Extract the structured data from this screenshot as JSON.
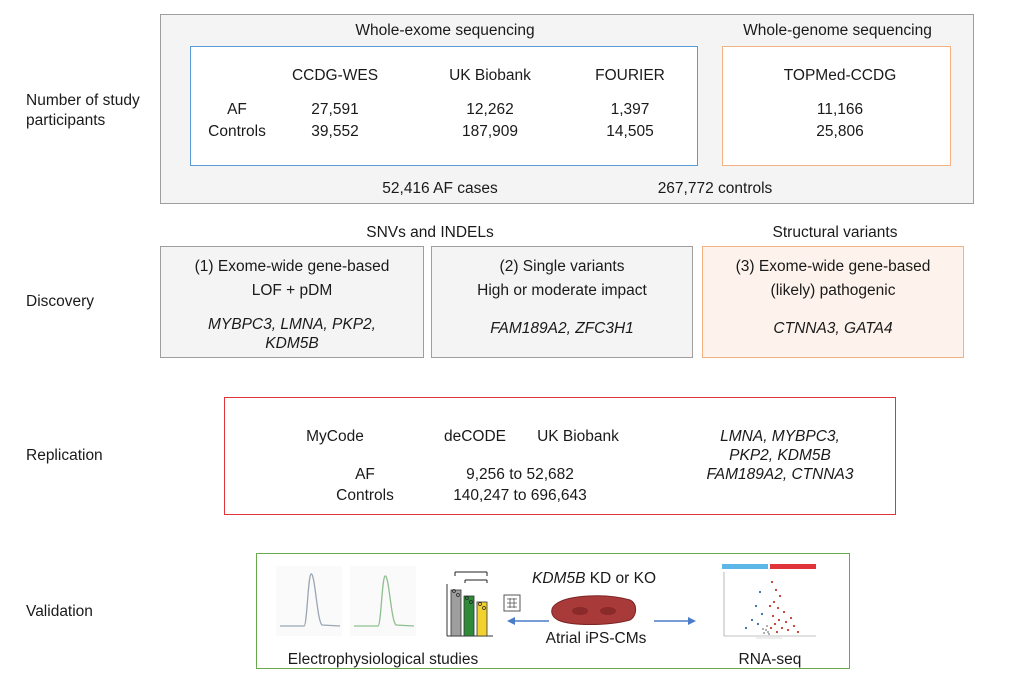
{
  "row_labels": {
    "participants": "Number of study participants",
    "participants_line1": "Number of study",
    "participants_line2": "participants",
    "discovery": "Discovery",
    "replication": "Replication",
    "validation": "Validation"
  },
  "participants": {
    "wes_title": "Whole-exome sequencing",
    "wgs_title": "Whole-genome sequencing",
    "row_af": "AF",
    "row_controls": "Controls",
    "cohorts": [
      {
        "name": "CCDG-WES",
        "af": "27,591",
        "controls": "39,552"
      },
      {
        "name": "UK Biobank",
        "af": "12,262",
        "controls": "187,909"
      },
      {
        "name": "FOURIER",
        "af": "1,397",
        "controls": "14,505"
      },
      {
        "name": "TOPMed-CCDG",
        "af": "11,166",
        "controls": "25,806"
      }
    ],
    "total_af": "52,416 AF cases",
    "total_controls": "267,772 controls"
  },
  "discovery": {
    "snv_title": "SNVs and INDELs",
    "sv_title": "Structural variants",
    "boxes": [
      {
        "line1": "(1) Exome-wide gene-based",
        "line2": "LOF + pDM",
        "genes1": "MYBPC3, LMNA, PKP2,",
        "genes2": "KDM5B"
      },
      {
        "line1": "(2) Single variants",
        "line2": "High or moderate impact",
        "genes1": "FAM189A2, ZFC3H1",
        "genes2": ""
      },
      {
        "line1": "(3) Exome-wide gene-based",
        "line2": "(likely) pathogenic",
        "genes1": "CTNNA3, GATA4",
        "genes2": ""
      }
    ]
  },
  "replication": {
    "cohorts": [
      "MyCode",
      "deCODE",
      "UK Biobank"
    ],
    "row_af": "AF",
    "row_controls": "Controls",
    "af_range": "9,256 to 52,682",
    "controls_range": "140,247 to 696,643",
    "genes_line1": "LMNA, MYBPC3,",
    "genes_line2": "PKP2, KDM5B",
    "genes_line3": "FAM189A2, CTNNA3"
  },
  "validation": {
    "kd_gene": "KDM5B",
    "kd_text": " KD or KO",
    "cells_label": "Atrial iPS-CMs",
    "ephys_label": "Electrophysiological studies",
    "rnaseq_label": "RNA-seq"
  },
  "colors": {
    "wes_border": "#5b9bd5",
    "orange_border": "#f4b183",
    "red_border": "#e0343a",
    "green_border": "#6aa84f",
    "gray_fill": "#f4f4f4",
    "arrow_blue": "#4a7cc9"
  }
}
